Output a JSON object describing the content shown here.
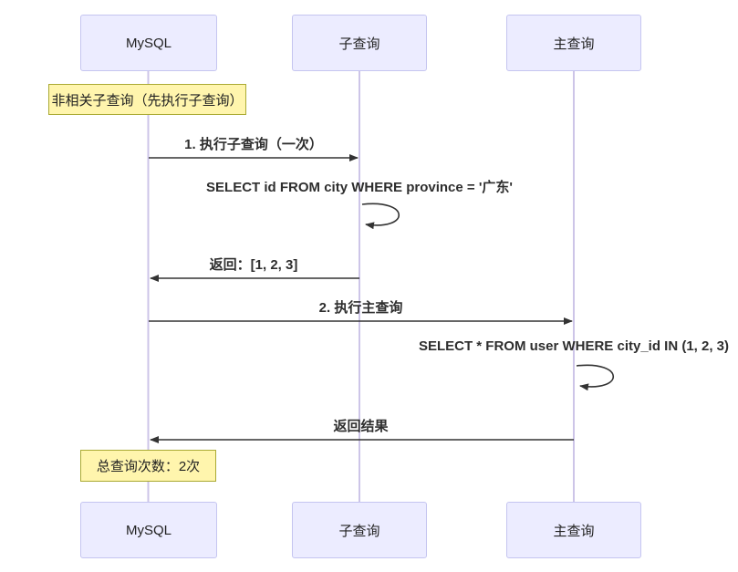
{
  "diagram": {
    "type": "sequence-diagram",
    "background_color": "#ffffff",
    "colors": {
      "actor_fill": "#ececff",
      "actor_border": "#c5c5f0",
      "note_fill": "#fff5ad",
      "note_border": "#aaaa33",
      "lifeline": "#cdc5e8",
      "arrow": "#333333",
      "text": "#2e2e2e"
    },
    "actors": [
      {
        "label": "MySQL"
      },
      {
        "label": "子查询"
      },
      {
        "label": "主查询"
      }
    ],
    "notes": [
      {
        "text": "非相关子查询（先执行子查询）",
        "over": "MySQL"
      },
      {
        "text": "总查询次数：2次",
        "over": "MySQL"
      }
    ],
    "messages": [
      {
        "from": "MySQL",
        "to": "子查询",
        "kind": "solid-arrow",
        "text": "1. 执行子查询（一次）"
      },
      {
        "from": "子查询",
        "to": "子查询",
        "kind": "self-loop",
        "text": "SELECT id FROM city WHERE province = '广东'"
      },
      {
        "from": "子查询",
        "to": "MySQL",
        "kind": "solid-arrow",
        "text": "返回：[1, 2, 3]"
      },
      {
        "from": "MySQL",
        "to": "主查询",
        "kind": "solid-arrow",
        "text": "2. 执行主查询"
      },
      {
        "from": "主查询",
        "to": "主查询",
        "kind": "self-loop",
        "text": "SELECT * FROM user WHERE city_id IN (1, 2, 3)"
      },
      {
        "from": "主查询",
        "to": "MySQL",
        "kind": "solid-arrow",
        "text": "返回结果"
      }
    ]
  }
}
